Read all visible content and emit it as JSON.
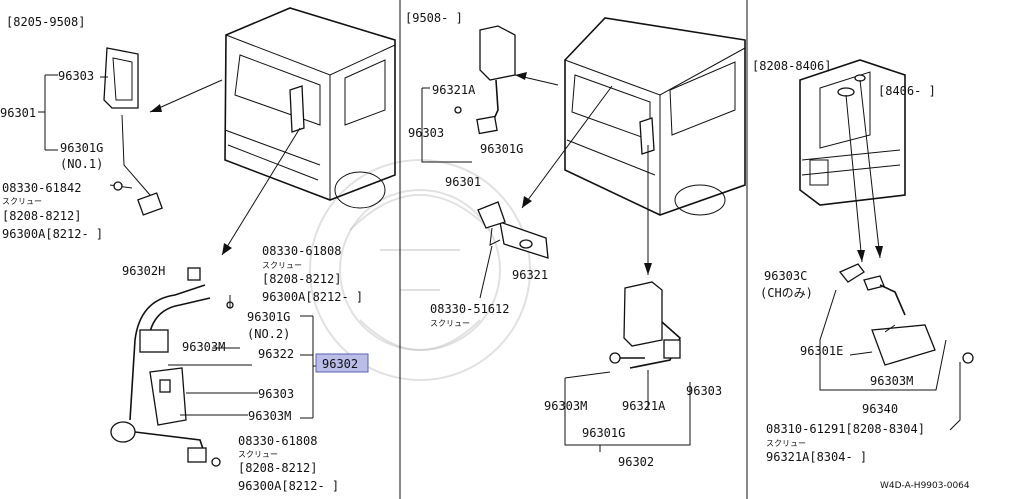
{
  "panel1": {
    "date_range": "[8205-9508]",
    "p96303": "96303",
    "p96301": "96301",
    "p96301g": "96301G",
    "no1": "(NO.1)",
    "bolt": "08330-61842",
    "screw": "スクリュー",
    "range1": "[8208-8212]",
    "range2": "96300A[8212-    ]",
    "p96302h": "96302H",
    "bolt2": "08330-61808",
    "screw2": "スクリュー",
    "range3": "[8208-8212]",
    "range4": "96300A[8212-    ]",
    "p96301g_2": "96301G",
    "no2": "(NO.2)",
    "p96303m": "96303M",
    "p96322": "96322",
    "p96302_hl": "96302",
    "p96303_b": "96303",
    "p96303m_b": "96303M",
    "bolt3": "08330-61808",
    "screw3": "スクリュー",
    "range5": "[8208-8212]",
    "range6": "96300A[8212-    ]"
  },
  "panel2": {
    "date_range": "[9508-    ]",
    "p96321a": "96321A",
    "p96303": "96303",
    "p96301g": "96301G",
    "p96301": "96301",
    "p96321": "96321",
    "bolt": "08330-51612",
    "screw": "スクリュー",
    "p96303m": "96303M",
    "p96321a_b": "96321A",
    "p96303_b": "96303",
    "p96301g_b": "96301G",
    "p96302": "96302"
  },
  "panel3": {
    "range_a": "[8208-8406]",
    "range_b": "[8406-    ]",
    "p96303c": "96303C",
    "ch_only": "(CHのみ)",
    "p96301e": "96301E",
    "p96303m": "96303M",
    "p96340": "96340",
    "bolt": "08310-61291[8208-8304]",
    "screw": "スクリュー",
    "p96321a": "96321A[8304-    ]",
    "code": "W4D-A-H9903-0064"
  },
  "colors": {
    "highlight": "#b9bde8",
    "ink": "#111111"
  }
}
